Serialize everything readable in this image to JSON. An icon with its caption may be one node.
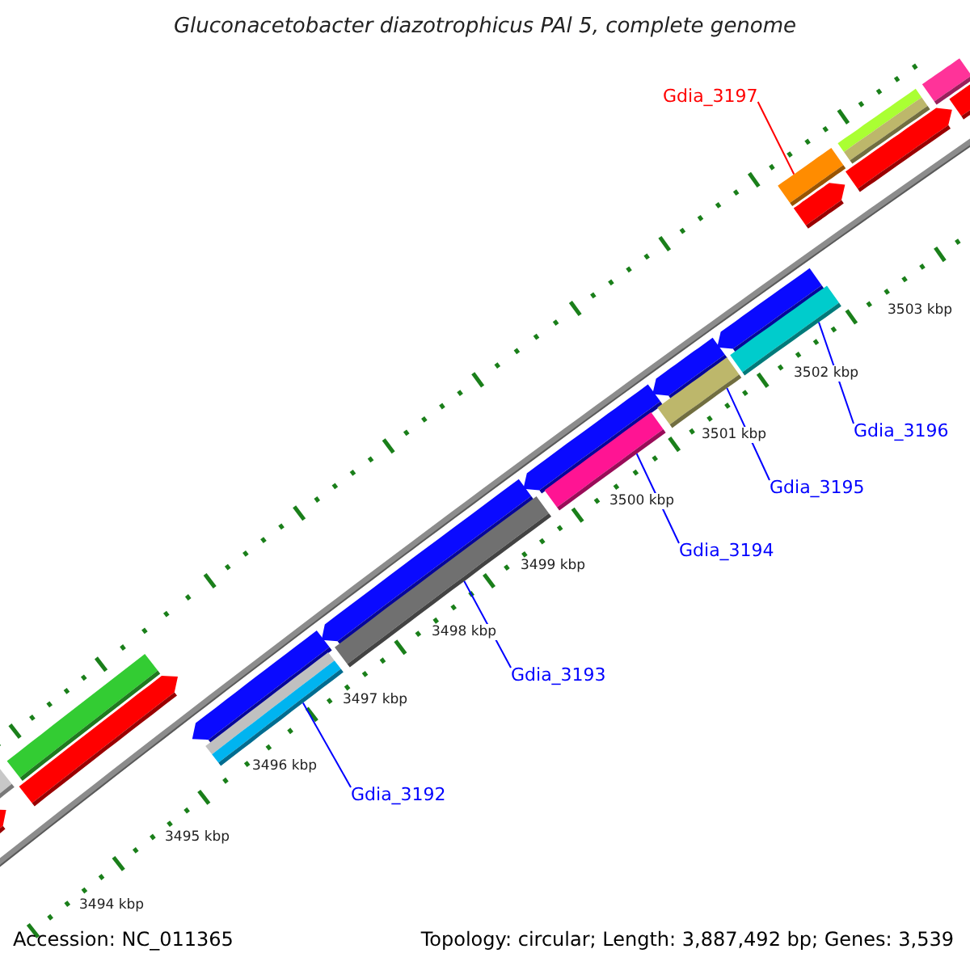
{
  "diagram": {
    "title": "Gluconacetobacter diazotrophicus PAl 5, complete genome",
    "nodes": [
      {
        "text": [
          "Gdia_3197"
        ]
      },
      {
        "text": [],
        "shape": "bar"
      },
      {
        "text": [
          "Gdia_3196"
        ]
      },
      {
        "text": [],
        "shape": "bar"
      },
      {
        "text": [
          "Gdia_3195"
        ]
      },
      {
        "text": [],
        "shape": "bar"
      },
      {
        "text": [
          "Gdia_3194"
        ]
      },
      {
        "text": [],
        "shape": "bar"
      },
      {
        "text": [
          "Gdia_3193"
        ]
      },
      {
        "text": [],
        "shape": "bar"
      },
      {
        "text": [
          "Gdia_3192"
        ]
      },
      {
        "text": [],
        "shape": "bar"
      },
      {
        "text": [],
        "shape": "bar"
      }
    ],
    "edges": [
      {
        "from": 0,
        "to": 1,
        "arrow": "none",
        "color": "#ff0000"
      },
      {
        "from": 2,
        "to": 3,
        "arrow": "none"
      },
      {
        "from": 4,
        "to": 5,
        "arrow": "none"
      },
      {
        "from": 6,
        "to": 7,
        "arrow": "none"
      },
      {
        "from": 8,
        "to": 9,
        "arrow": "none"
      },
      {
        "from": 10,
        "to": 11,
        "arrow": "none"
      }
    ],
    "labels": [
      "3503 kbp",
      "3502 kbp",
      "3501 kbp",
      "3500 kbp",
      "3499 kbp",
      "3498 kbp",
      "3497 kbp",
      "3496 kbp",
      "3495 kbp",
      "3494 kbp",
      "Accession: NC_011365",
      "Topology: circular; Length: 3,887,492 bp; Genes: 3,539"
    ]
  }
}
